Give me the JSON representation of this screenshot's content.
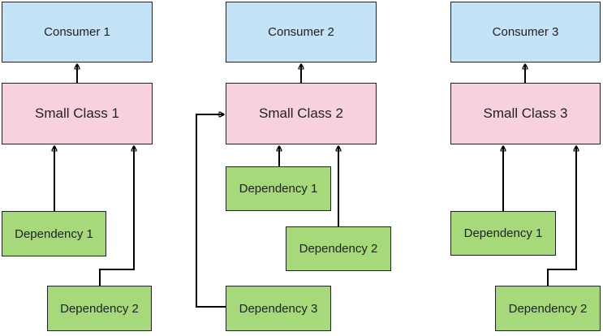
{
  "colors": {
    "consumer_fill": "#c4e3f6",
    "small_class_fill": "#f8d1de",
    "dependency_fill": "#a6d97a",
    "stroke": "#222222"
  },
  "columns": [
    {
      "consumer": "Consumer 1",
      "small_class": "Small Class 1",
      "dependencies": [
        "Dependency 1",
        "Dependency 2"
      ]
    },
    {
      "consumer": "Consumer 2",
      "small_class": "Small Class 2",
      "dependencies": [
        "Dependency 1",
        "Dependency 2",
        "Dependency 3"
      ]
    },
    {
      "consumer": "Consumer 3",
      "small_class": "Small Class 3",
      "dependencies": [
        "Dependency 1",
        "Dependency 2"
      ]
    }
  ]
}
